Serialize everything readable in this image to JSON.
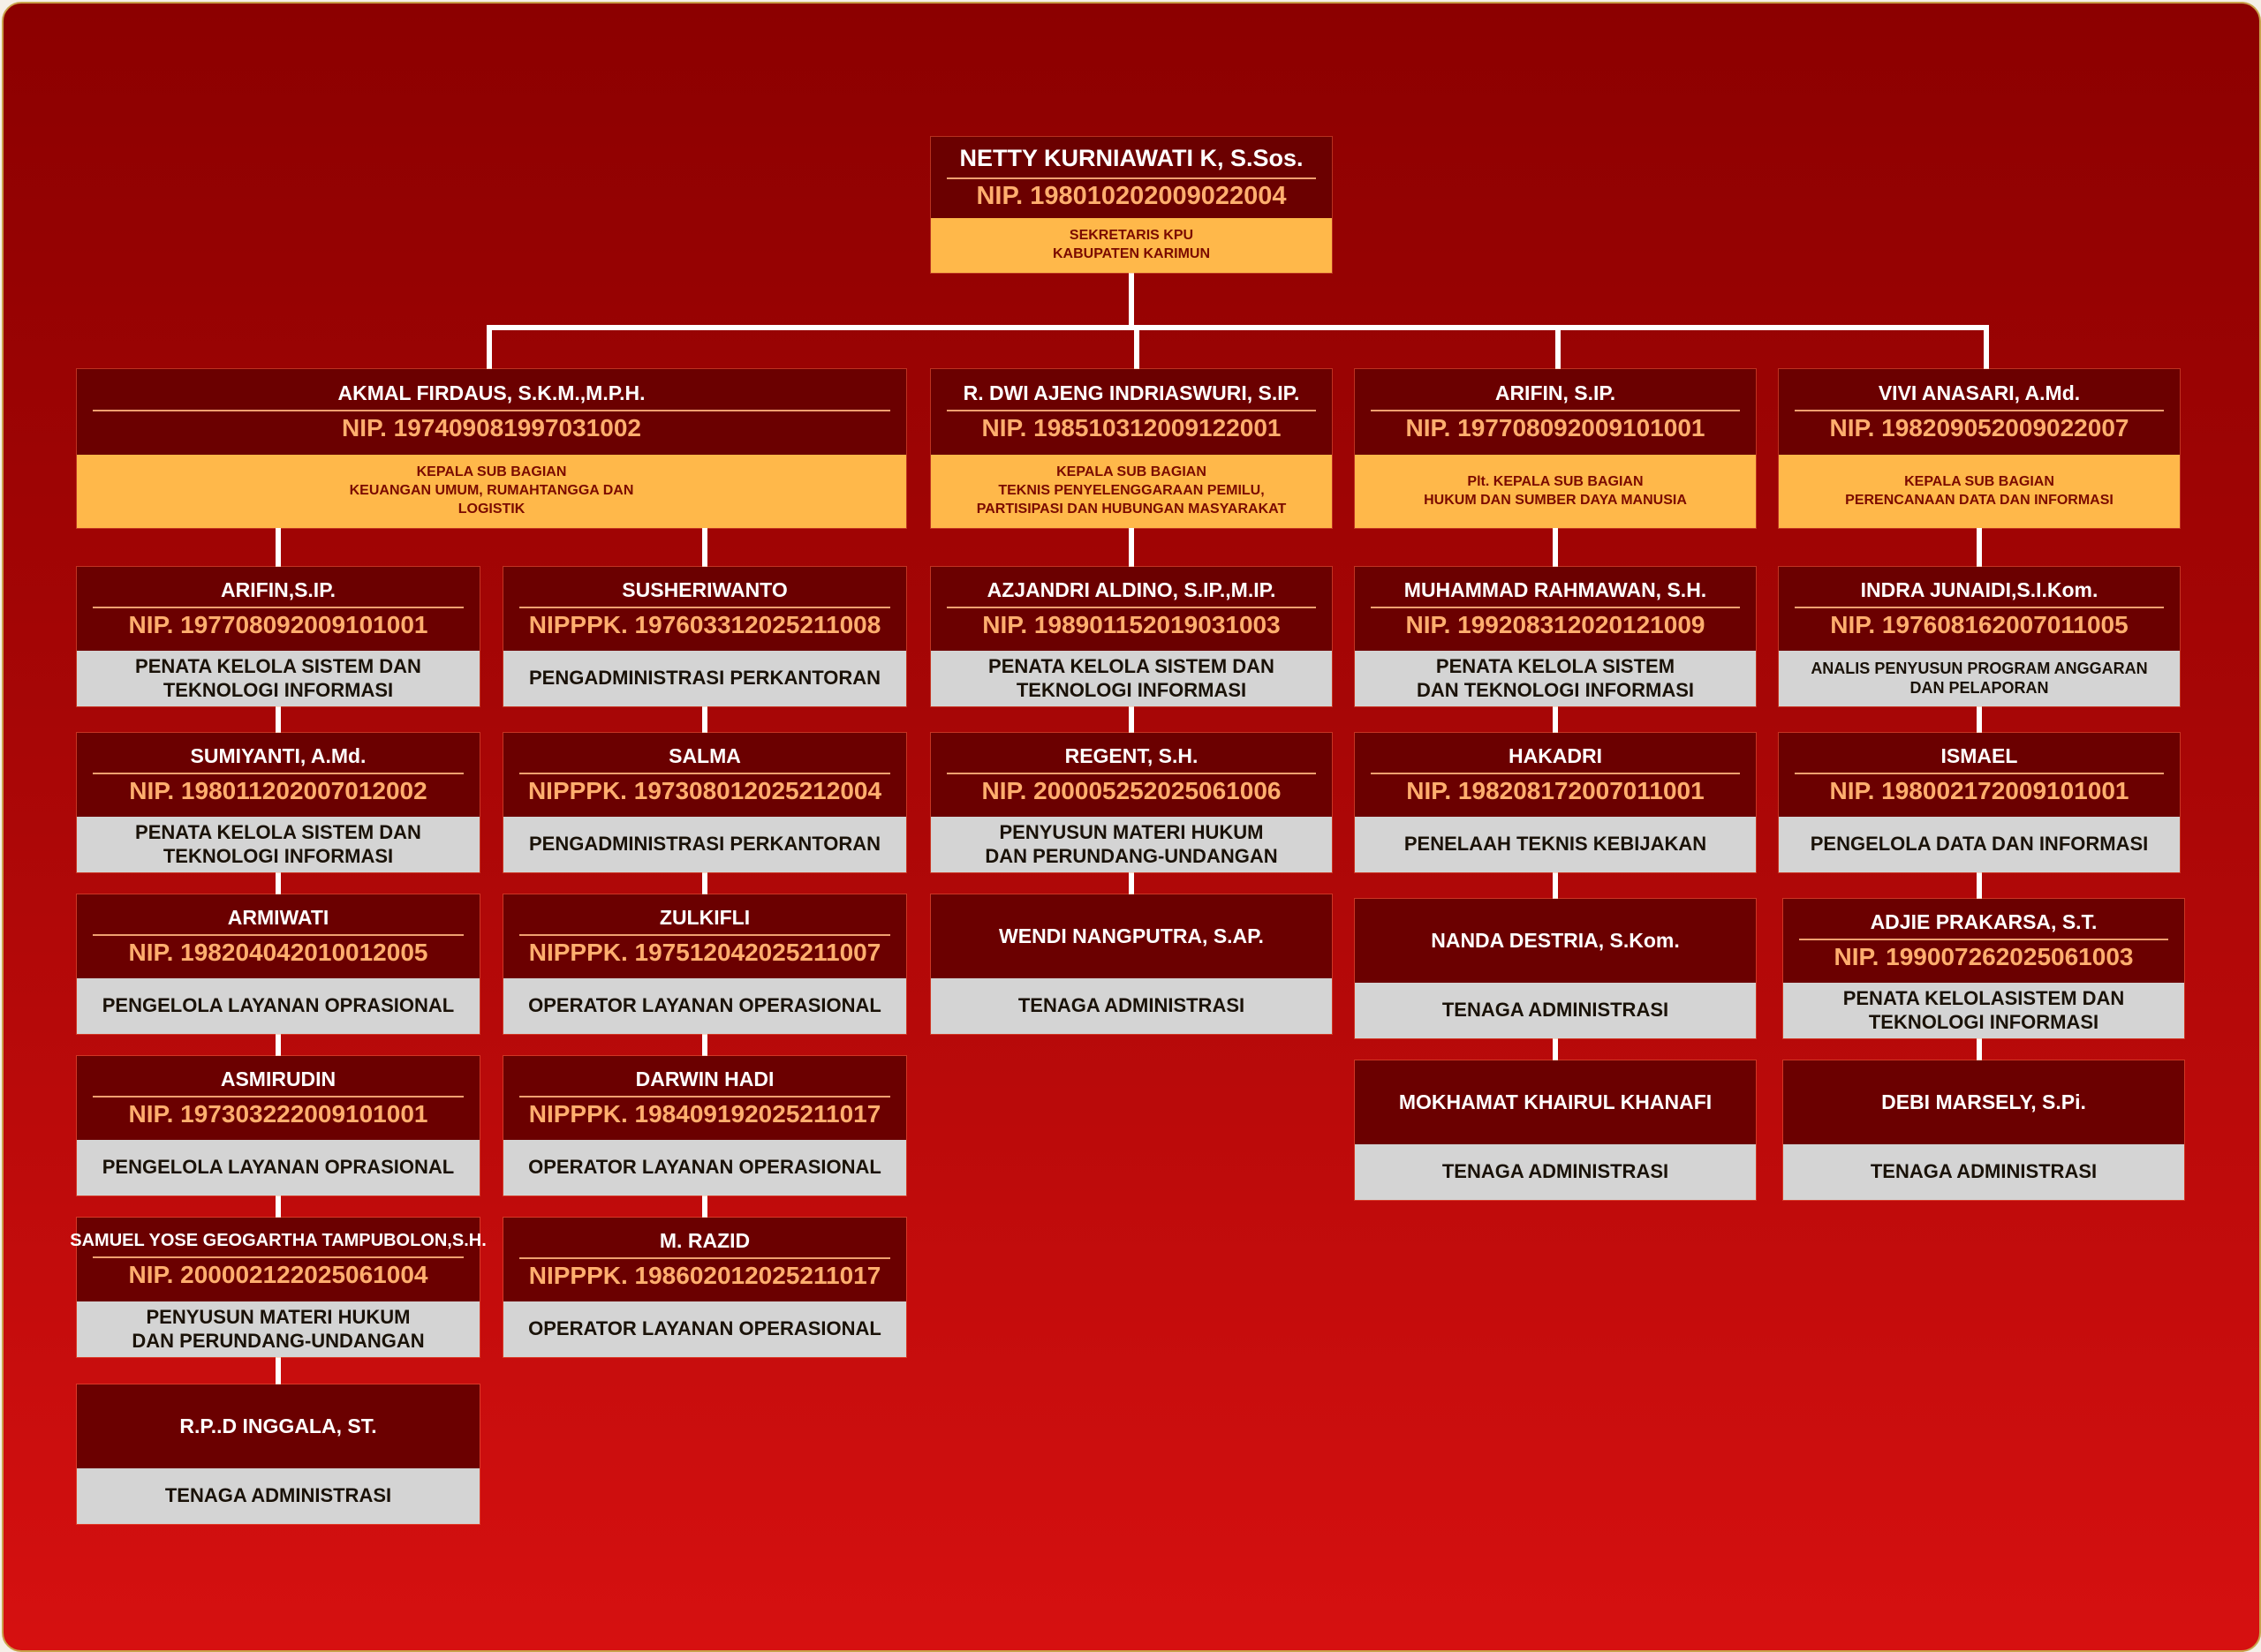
{
  "head": {
    "name": "NETTY KURNIAWATI K, S.Sos.",
    "nip": "NIP. 198010202009022004",
    "title": "SEKRETARIS KPU\nKABUPATEN KARIMUN"
  },
  "divisions": [
    {
      "head": {
        "name": "AKMAL FIRDAUS, S.K.M.,M.P.H.",
        "nip": "NIP. 197409081997031002",
        "title": "KEPALA SUB BAGIAN\nKEUANGAN UMUM, RUMAHTANGGA DAN\nLOGISTIK"
      },
      "columns": [
        [
          {
            "name": "ARIFIN,S.IP.",
            "nip": "NIP. 197708092009101001",
            "role": "PENATA KELOLA SISTEM DAN\nTEKNOLOGI INFORMASI"
          },
          {
            "name": "SUMIYANTI, A.Md.",
            "nip": "NIP. 198011202007012002",
            "role": "PENATA KELOLA SISTEM DAN\nTEKNOLOGI INFORMASI"
          },
          {
            "name": "ARMIWATI",
            "nip": "NIP. 198204042010012005",
            "role": "PENGELOLA LAYANAN OPRASIONAL"
          },
          {
            "name": "ASMIRUDIN",
            "nip": "NIP. 197303222009101001",
            "role": "PENGELOLA LAYANAN OPRASIONAL"
          },
          {
            "name": "SAMUEL YOSE GEOGARTHA TAMPUBOLON,S.H.",
            "nip": "NIP. 200002122025061004",
            "role": "PENYUSUN MATERI HUKUM\nDAN PERUNDANG-UNDANGAN"
          },
          {
            "name": "R.P..D INGGALA, ST.",
            "role": "TENAGA ADMINISTRASI"
          }
        ],
        [
          {
            "name": "SUSHERIWANTO",
            "nip": "NIPPPK. 197603312025211008",
            "role": "PENGADMINISTRASI PERKANTORAN"
          },
          {
            "name": "SALMA",
            "nip": "NIPPPK. 197308012025212004",
            "role": "PENGADMINISTRASI PERKANTORAN"
          },
          {
            "name": "ZULKIFLI",
            "nip": "NIPPPK. 197512042025211007",
            "role": "OPERATOR LAYANAN OPERASIONAL"
          },
          {
            "name": "DARWIN HADI",
            "nip": "NIPPPK. 198409192025211017",
            "role": "OPERATOR LAYANAN OPERASIONAL"
          },
          {
            "name": "M. RAZID",
            "nip": "NIPPPK. 198602012025211017",
            "role": "OPERATOR LAYANAN OPERASIONAL"
          }
        ]
      ]
    },
    {
      "head": {
        "name": "R. DWI AJENG INDRIASWURI, S.IP.",
        "nip": "NIP. 198510312009122001",
        "title": "KEPALA SUB BAGIAN\nTEKNIS PENYELENGGARAAN PEMILU,\nPARTISIPASI DAN HUBUNGAN MASYARAKAT"
      },
      "columns": [
        [
          {
            "name": "AZJANDRI ALDINO, S.IP.,M.IP.",
            "nip": "NIP. 198901152019031003",
            "role": "PENATA KELOLA SISTEM DAN\nTEKNOLOGI INFORMASI"
          },
          {
            "name": "REGENT, S.H.",
            "nip": "NIP. 200005252025061006",
            "role": "PENYUSUN MATERI HUKUM\nDAN PERUNDANG-UNDANGAN"
          },
          {
            "name": "WENDI NANGPUTRA, S.AP.",
            "role": "TENAGA ADMINISTRASI"
          }
        ]
      ]
    },
    {
      "head": {
        "name": "ARIFIN, S.IP.",
        "nip": "NIP. 197708092009101001",
        "title": "Plt. KEPALA SUB BAGIAN\nHUKUM DAN SUMBER DAYA MANUSIA"
      },
      "columns": [
        [
          {
            "name": "MUHAMMAD RAHMAWAN, S.H.",
            "nip": "NIP. 199208312020121009",
            "role": "PENATA KELOLA SISTEM\nDAN TEKNOLOGI INFORMASI"
          },
          {
            "name": "HAKADRI",
            "nip": "NIP. 198208172007011001",
            "role": "PENELAAH TEKNIS KEBIJAKAN"
          },
          {
            "name": "NANDA DESTRIA, S.Kom.",
            "role": "TENAGA ADMINISTRASI"
          },
          {
            "name": "MOKHAMAT KHAIRUL KHANAFI",
            "role": "TENAGA ADMINISTRASI"
          }
        ]
      ]
    },
    {
      "head": {
        "name": "VIVI ANASARI, A.Md.",
        "nip": "NIP. 198209052009022007",
        "title": "KEPALA SUB BAGIAN\nPERENCANAAN DATA DAN INFORMASI"
      },
      "columns": [
        [
          {
            "name": "INDRA JUNAIDI,S.I.Kom.",
            "nip": "NIP. 197608162007011005",
            "role": "ANALIS PENYUSUN PROGRAM ANGGARAN\nDAN PELAPORAN"
          },
          {
            "name": "ISMAEL",
            "nip": "NIP. 198002172009101001",
            "role": "PENGELOLA DATA DAN INFORMASI"
          },
          {
            "name": "ADJIE PRAKARSA, S.T.",
            "nip": "NIP. 199007262025061003",
            "role": "PENATA KELOLASISTEM DAN\nTEKNOLOGI INFORMASI"
          },
          {
            "name": "DEBI MARSELY, S.Pi.",
            "role": "TENAGA ADMINISTRASI"
          }
        ]
      ]
    }
  ]
}
